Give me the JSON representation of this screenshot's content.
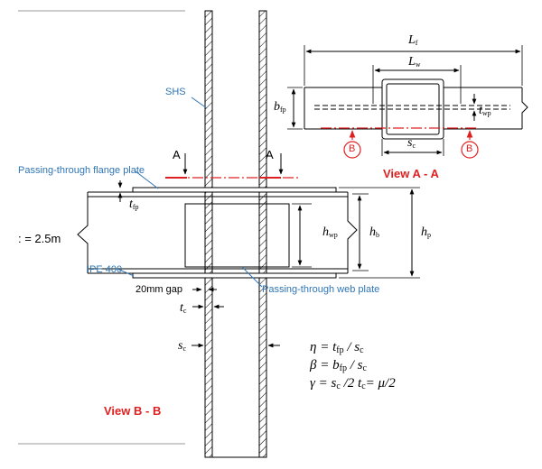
{
  "view_a": {
    "title": "View A - A",
    "dims": {
      "lf": {
        "main": "L",
        "sub": "f"
      },
      "lw": {
        "main": "L",
        "sub": "w"
      },
      "bfp": {
        "main": "b",
        "sub": "fp"
      },
      "twp": {
        "main": "t",
        "sub": "wp"
      },
      "sc": {
        "main": "s",
        "sub": "c"
      }
    },
    "section_marker": "B"
  },
  "view_b": {
    "title": "View B - B",
    "section_marker": "A",
    "labels": {
      "shs": "SHS",
      "flange_plate": "Passing-through flange plate",
      "web_plate": "Passing-through web plate",
      "beam": "IPE 400",
      "gap": "20mm gap",
      "span": ": = 2.5m"
    },
    "dims": {
      "tfp": {
        "main": "t",
        "sub": "fp"
      },
      "hwp": {
        "main": "h",
        "sub": "wp"
      },
      "hb": {
        "main": "h",
        "sub": "b"
      },
      "hp": {
        "main": "h",
        "sub": "p"
      },
      "tc": {
        "main": "t",
        "sub": "c"
      },
      "sc": {
        "main": "s",
        "sub": "c"
      }
    }
  },
  "equations": {
    "eta": {
      "lhs": "η",
      "a": "t",
      "a_sub": "fp",
      "b": "s",
      "b_sub": "c"
    },
    "beta": {
      "lhs": "β",
      "a": "b",
      "a_sub": "fp",
      "b": "s",
      "b_sub": "c"
    },
    "gamma": {
      "lhs": "γ",
      "a": "s",
      "a_sub": "c",
      "mid": "/2",
      "c": "t",
      "c_sub": "c",
      "rhs": "= μ/2"
    }
  },
  "colors": {
    "label_blue": "#2f75b5",
    "section_red": "#e02020",
    "line": "#000000"
  }
}
